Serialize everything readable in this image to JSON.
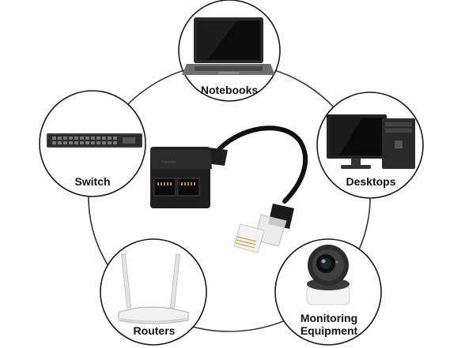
{
  "devices": [
    {
      "key": "notebooks",
      "label": "Notebooks",
      "icon": "laptop-icon"
    },
    {
      "key": "desktops",
      "label": "Desktops",
      "icon": "desktop-icon"
    },
    {
      "key": "switch",
      "label": "Switch",
      "icon": "network-switch-icon"
    },
    {
      "key": "routers",
      "label": "Routers",
      "icon": "router-icon"
    },
    {
      "key": "monitoring",
      "label_line1": "Monitoring",
      "label_line2": "Equipment",
      "icon": "security-camera-icon"
    }
  ],
  "center_product": {
    "icon": "rj45-splitter-cable-icon",
    "brand_marking": "Kamzaii"
  },
  "colors": {
    "circle_stroke": "#1a1a1a",
    "ring_stroke": "#333333",
    "label": "#111111"
  }
}
